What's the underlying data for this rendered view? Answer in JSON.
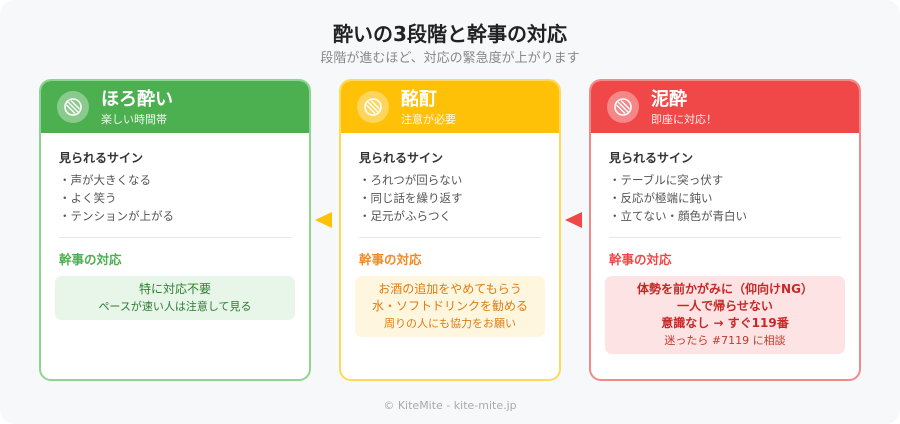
{
  "header": {
    "title": "酔いの3段階と幹事の対応",
    "subtitle": "段階が進むほど、対応の緊急度が上がります"
  },
  "stages": [
    {
      "title": "ほろ酔い",
      "subtitle": "楽しい時間帯",
      "icon": "glass-icon",
      "color": "#4caf50",
      "border_color": "#8fd492",
      "signs_label": "見られるサイン",
      "signs": [
        "・声が大きくなる",
        "・よく笑う",
        "・テンションが上がる"
      ],
      "response_label": "幹事の対応",
      "response_color": "#4caf50",
      "response_bg": "#e8f5e9",
      "response_text_color": "#2e7d32",
      "responses": [
        {
          "text": "特に対応不要",
          "strong": false
        },
        {
          "text": "ペースが速い人は注意して見る",
          "strong": false,
          "small": true
        }
      ]
    },
    {
      "title": "酩酊",
      "subtitle": "注意が必要",
      "icon": "glass-icon",
      "color": "#ffc107",
      "border_color": "#ffd95a",
      "signs_label": "見られるサイン",
      "signs": [
        "・ろれつが回らない",
        "・同じ話を繰り返す",
        "・足元がふらつく"
      ],
      "response_label": "幹事の対応",
      "response_color": "#f08a24",
      "response_bg": "#fff6df",
      "response_text_color": "#e07b10",
      "responses": [
        {
          "text": "お酒の追加をやめてもらう",
          "strong": false
        },
        {
          "text": "水・ソフトドリンクを勧める",
          "strong": false
        },
        {
          "text": "周りの人にも協力をお願い",
          "strong": false,
          "small": true
        }
      ]
    },
    {
      "title": "泥酔",
      "subtitle": "即座に対応！",
      "icon": "glass-icon",
      "color": "#f04848",
      "border_color": "#f38a8a",
      "signs_label": "見られるサイン",
      "signs": [
        "・テーブルに突っ伏す",
        "・反応が極端に鈍い",
        "・立てない・顔色が青白い"
      ],
      "response_label": "幹事の対応",
      "response_color": "#f04848",
      "response_bg": "#fde3e3",
      "response_text_color": "#c62828",
      "responses": [
        {
          "text": "体勢を前かがみに（仰向けNG）",
          "strong": true
        },
        {
          "text": "一人で帰らせない",
          "strong": true
        },
        {
          "text": "意識なし → すぐ119番",
          "strong": true
        },
        {
          "text": "迷ったら #7119 に相談",
          "strong": false,
          "small": true
        }
      ]
    }
  ],
  "arrows": [
    {
      "color": "#ffc107"
    },
    {
      "color": "#f04848"
    }
  ],
  "footer": "© KiteMite - kite-mite.jp"
}
